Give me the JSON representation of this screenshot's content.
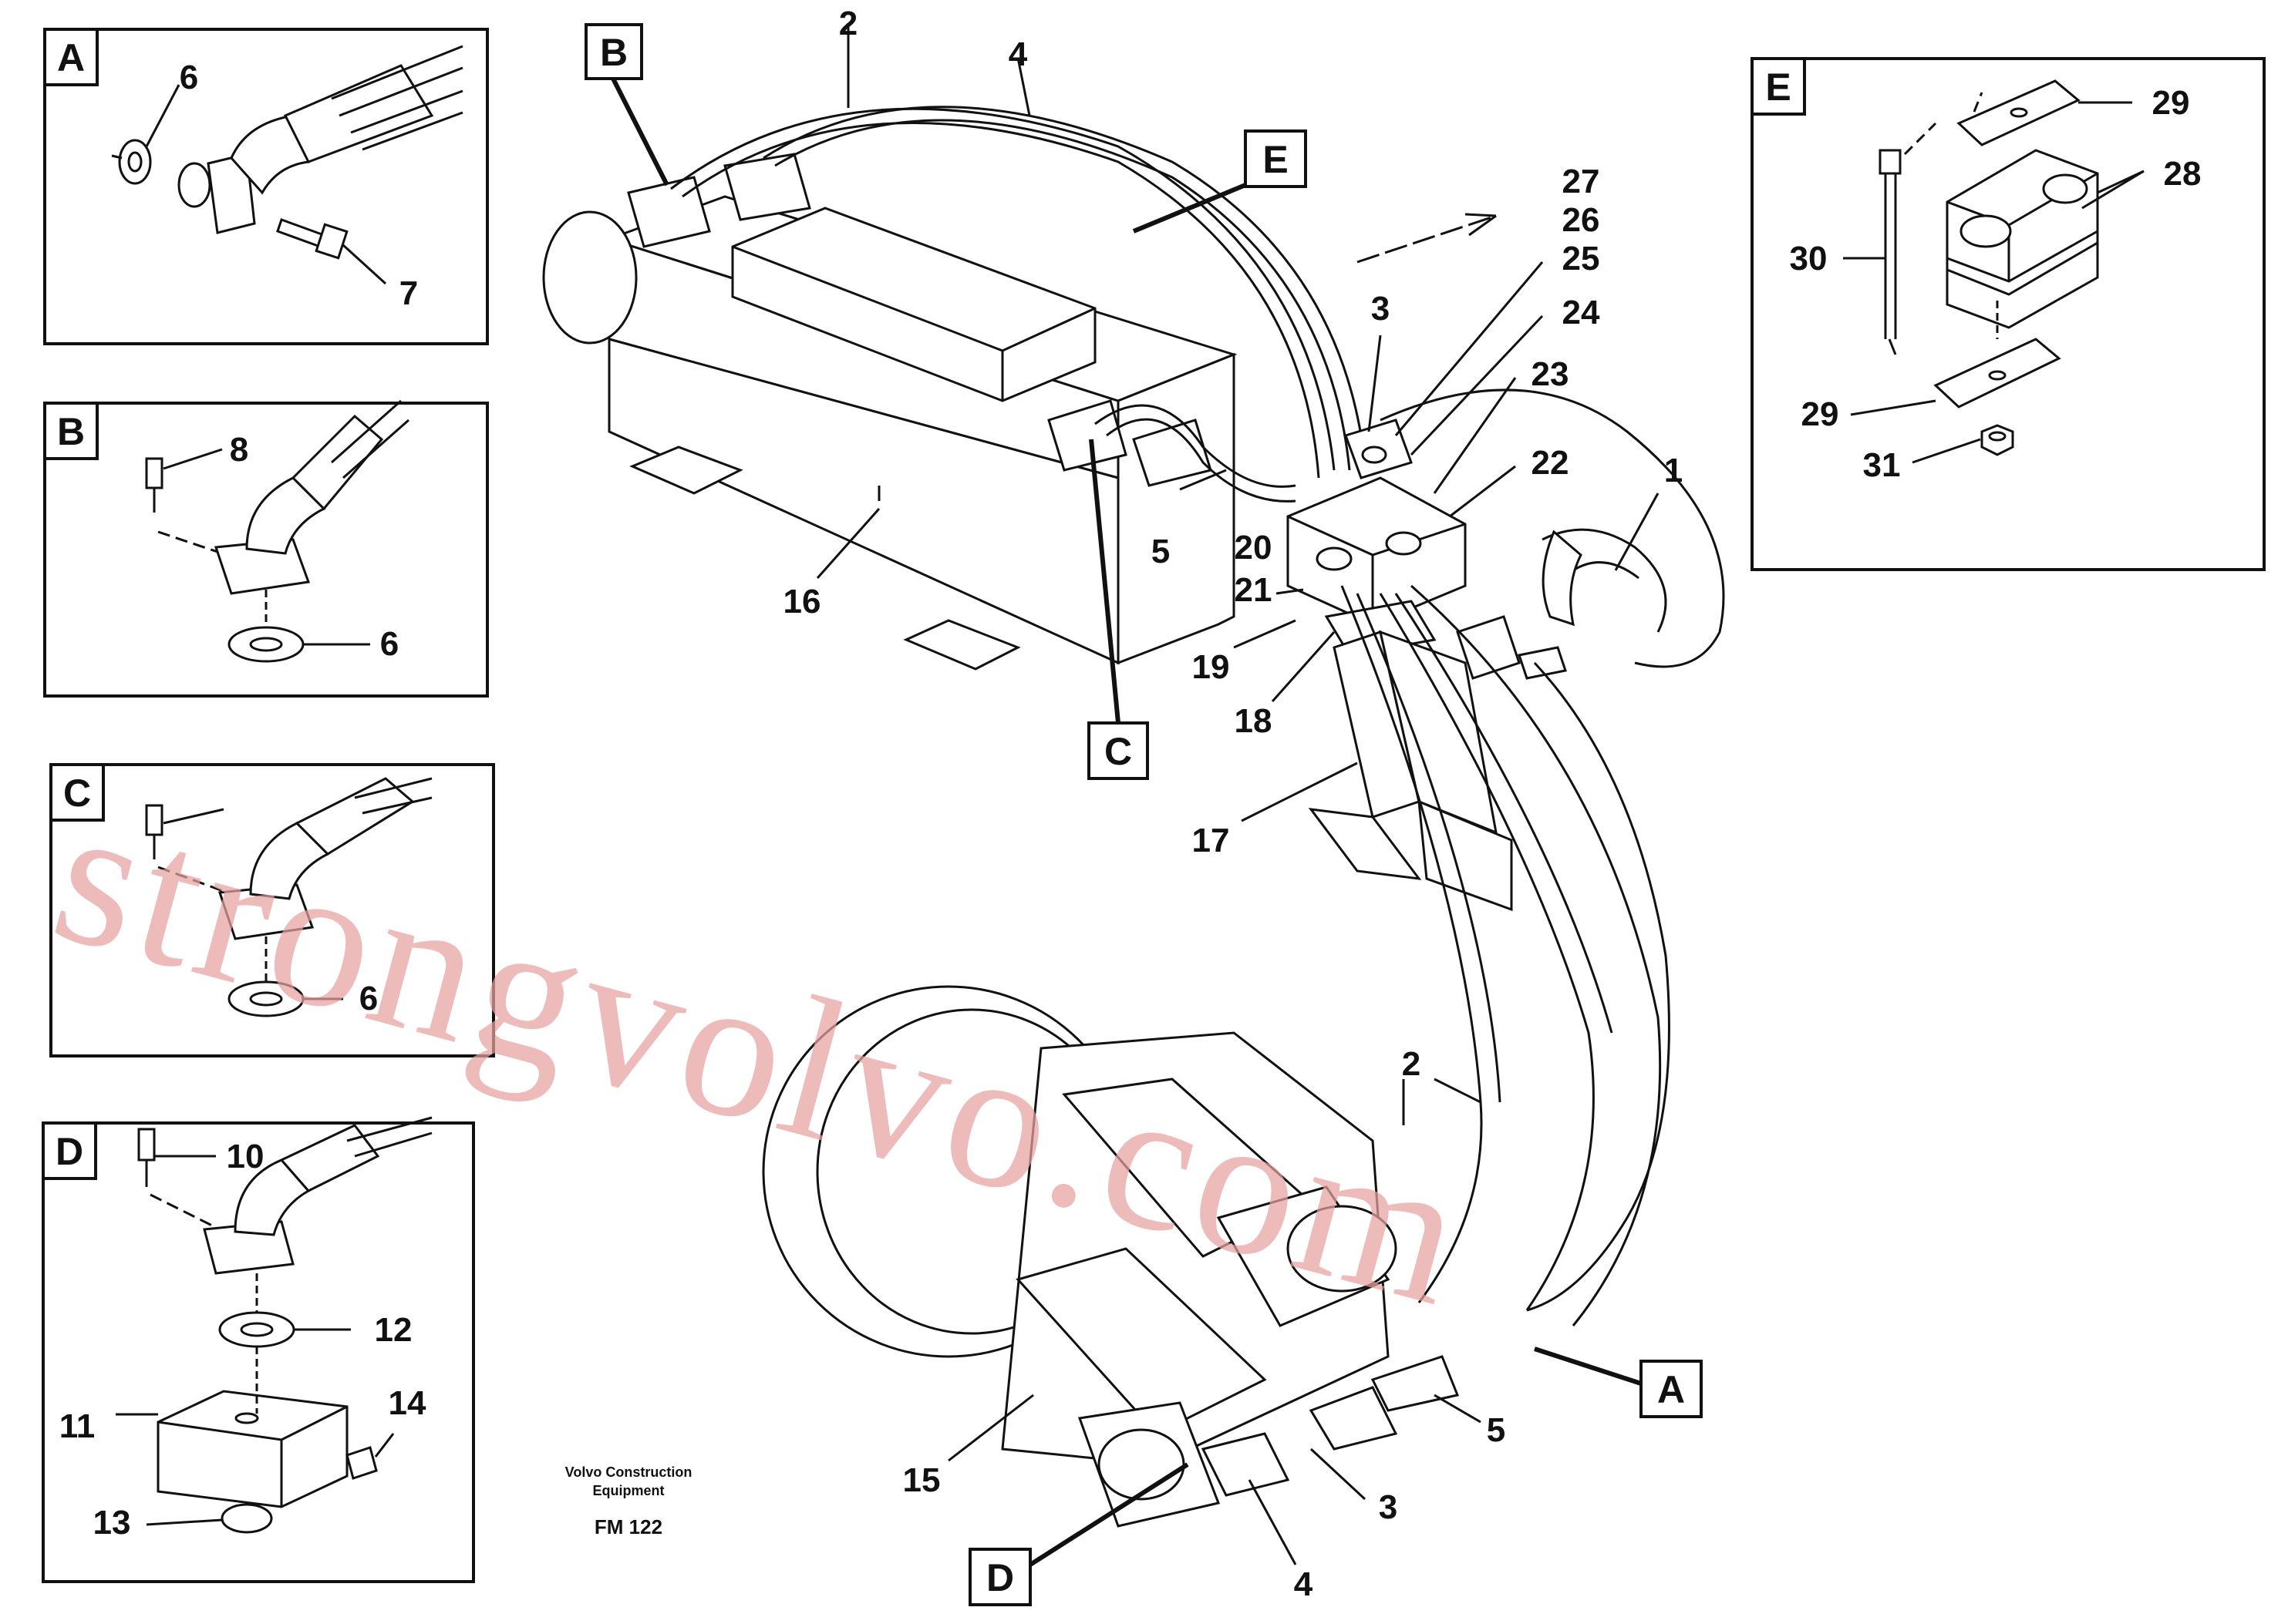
{
  "drawing": {
    "title": "Hydraulic hose layout",
    "publisher_line1": "Volvo Construction",
    "publisher_line2": "Equipment",
    "code": "FM 122",
    "watermark": "strongvolvo.com"
  },
  "detail_boxes": [
    {
      "id": "A",
      "label": "A"
    },
    {
      "id": "B",
      "label": "B"
    },
    {
      "id": "C",
      "label": "C"
    },
    {
      "id": "D",
      "label": "D"
    },
    {
      "id": "E",
      "label": "E"
    }
  ],
  "callout_boxes": [
    {
      "id": "B",
      "label": "B"
    },
    {
      "id": "E",
      "label": "E"
    },
    {
      "id": "C",
      "label": "C"
    },
    {
      "id": "A",
      "label": "A"
    },
    {
      "id": "D",
      "label": "D"
    }
  ],
  "part_numbers": {
    "p1": "1",
    "p2": "2",
    "p3": "3",
    "p4": "4",
    "p5": "5",
    "p6": "6",
    "p7": "7",
    "p8": "8",
    "p10": "10",
    "p11": "11",
    "p12": "12",
    "p13": "13",
    "p14": "14",
    "p15": "15",
    "p16": "16",
    "p17": "17",
    "p18": "18",
    "p19": "19",
    "p20": "20",
    "p21": "21",
    "p22": "22",
    "p23": "23",
    "p24": "24",
    "p25": "25",
    "p26": "26",
    "p27": "27",
    "p28": "28",
    "p29": "29",
    "p30": "30",
    "p31": "31"
  }
}
